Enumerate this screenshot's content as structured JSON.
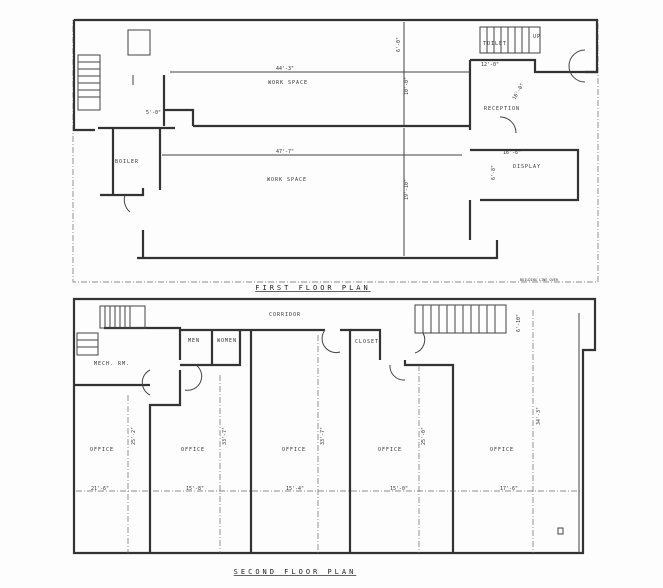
{
  "first_floor": {
    "title": "FIRST FLOOR PLAN",
    "rooms": {
      "work_space_1": "WORK SPACE",
      "work_space_2": "WORK SPACE",
      "reception": "RECEPTION",
      "display": "DISPLAY",
      "boiler": "BOILER",
      "toilet": "TOILET"
    },
    "dimensions": {
      "work_space_1_length": "44'-3\"",
      "work_space_2_length": "47'-7\"",
      "display_width": "16'-6\"",
      "display_depth": "6'-8\"",
      "work_space_2_depth": "19'-10\"",
      "work_space_1_depth": "10'-0\"",
      "corridor_depth": "6'-0\"",
      "reception_width": "12'-0\"",
      "reception_depth": "10'-0\"",
      "hall_width": "5'-0\""
    },
    "legend": "BUILDING LINE OVER",
    "stair_label": "UP"
  },
  "second_floor": {
    "title": "SECOND FLOOR PLAN",
    "rooms": {
      "corridor": "CORRIDOR",
      "mens": "MEN",
      "womens": "WOMEN",
      "closet": "CLOSET",
      "mech": "MECH. RM.",
      "offices": [
        "OFFICE",
        "OFFICE",
        "OFFICE",
        "OFFICE",
        "OFFICE"
      ]
    },
    "widths": [
      "21'-6\"",
      "15'-8\"",
      "15'-4\"",
      "15'-0\"",
      "17'-6\""
    ],
    "depths": [
      "25'-2\"",
      "33'-7\"",
      "33'-7\"",
      "25'-0\"",
      "34'-3\""
    ],
    "stair_dim": "6'-10\""
  }
}
